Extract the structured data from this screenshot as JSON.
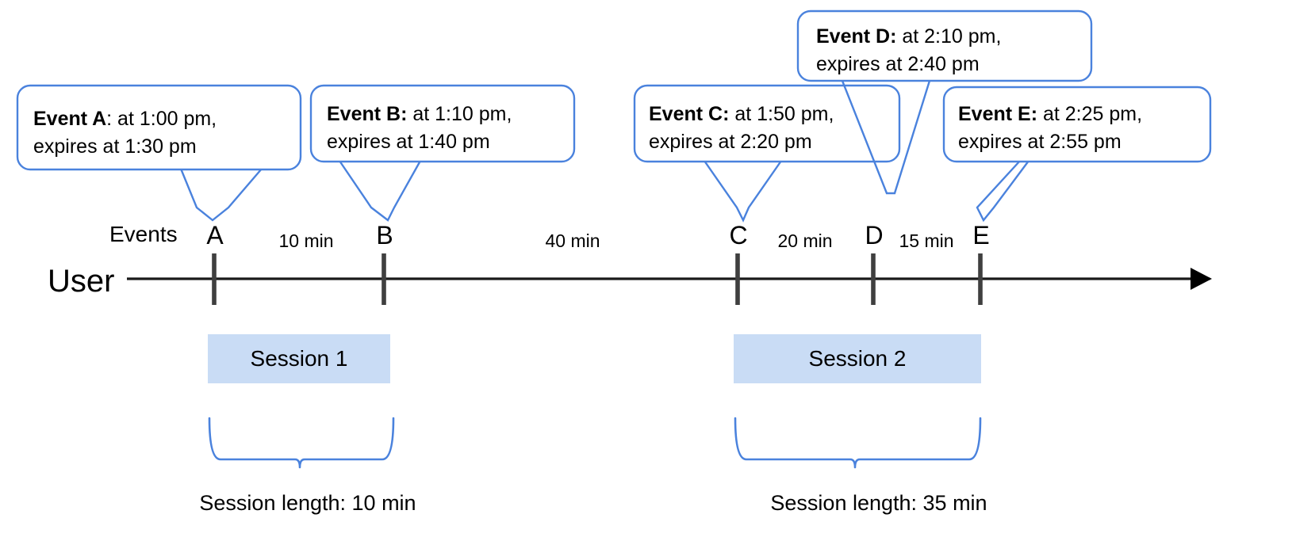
{
  "diagram": {
    "title": "User session timeline with event callouts",
    "colors": {
      "callout_border": "#4a82dd",
      "callout_fill": "#ffffff",
      "session_fill": "#c9dcf5",
      "axis": "#1a1a1a",
      "tick": "#3f3f3f",
      "brace": "#4a82dd",
      "text": "#000000",
      "background": "#ffffff"
    },
    "axis": {
      "user_label": "User",
      "events_label": "Events"
    },
    "callouts": [
      {
        "id": "A",
        "lead": "Event A",
        "separator": ":",
        "line1": " at 1:00 pm,",
        "line2": "expires at 1:30 pm"
      },
      {
        "id": "B",
        "lead": "Event B:",
        "separator": "",
        "line1": " at 1:10 pm,",
        "line2": "expires at 1:40 pm"
      },
      {
        "id": "C",
        "lead": "Event C:",
        "separator": "",
        "line1": " at 1:50 pm,",
        "line2": "expires at 2:20 pm"
      },
      {
        "id": "D",
        "lead": "Event D:",
        "separator": "",
        "line1": " at 2:10 pm,",
        "line2": "expires at 2:40 pm"
      },
      {
        "id": "E",
        "lead": "Event E:",
        "separator": "",
        "line1": " at 2:25 pm,",
        "line2": "expires at 2:55 pm"
      }
    ],
    "ticks": [
      {
        "id": "A",
        "label": "A",
        "time": "1:00 pm"
      },
      {
        "id": "B",
        "label": "B",
        "time": "1:10 pm"
      },
      {
        "id": "C",
        "label": "C",
        "time": "1:50 pm"
      },
      {
        "id": "D",
        "label": "D",
        "time": "2:10 pm"
      },
      {
        "id": "E",
        "label": "E",
        "time": "2:25 pm"
      }
    ],
    "intervals": [
      {
        "from": "A",
        "to": "B",
        "label": "10 min"
      },
      {
        "from": "B",
        "to": "C",
        "label": "40 min"
      },
      {
        "from": "C",
        "to": "D",
        "label": "20 min"
      },
      {
        "from": "D",
        "to": "E",
        "label": "15 min"
      }
    ],
    "sessions": [
      {
        "id": "session-1",
        "label": "Session 1",
        "length_label": "Session length: 10 min"
      },
      {
        "id": "session-2",
        "label": "Session 2",
        "length_label": "Session length: 35 min"
      }
    ]
  },
  "chart_data": {
    "type": "timeline",
    "title": "User session timeline with event callouts",
    "xlabel": "",
    "ylabel": "",
    "events": [
      {
        "name": "A",
        "start": "1:00 pm",
        "expires": "1:30 pm"
      },
      {
        "name": "B",
        "start": "1:10 pm",
        "expires": "1:40 pm"
      },
      {
        "name": "C",
        "start": "1:50 pm",
        "expires": "2:20 pm"
      },
      {
        "name": "D",
        "start": "2:10 pm",
        "expires": "2:40 pm"
      },
      {
        "name": "E",
        "start": "2:25 pm",
        "expires": "2:55 pm"
      }
    ],
    "gaps_minutes": [
      {
        "from": "A",
        "to": "B",
        "minutes": 10
      },
      {
        "from": "B",
        "to": "C",
        "minutes": 40
      },
      {
        "from": "C",
        "to": "D",
        "minutes": 20
      },
      {
        "from": "D",
        "to": "E",
        "minutes": 15
      }
    ],
    "sessions": [
      {
        "name": "Session 1",
        "events": [
          "A",
          "B"
        ],
        "length_minutes": 10
      },
      {
        "name": "Session 2",
        "events": [
          "C",
          "D",
          "E"
        ],
        "length_minutes": 35
      }
    ]
  }
}
